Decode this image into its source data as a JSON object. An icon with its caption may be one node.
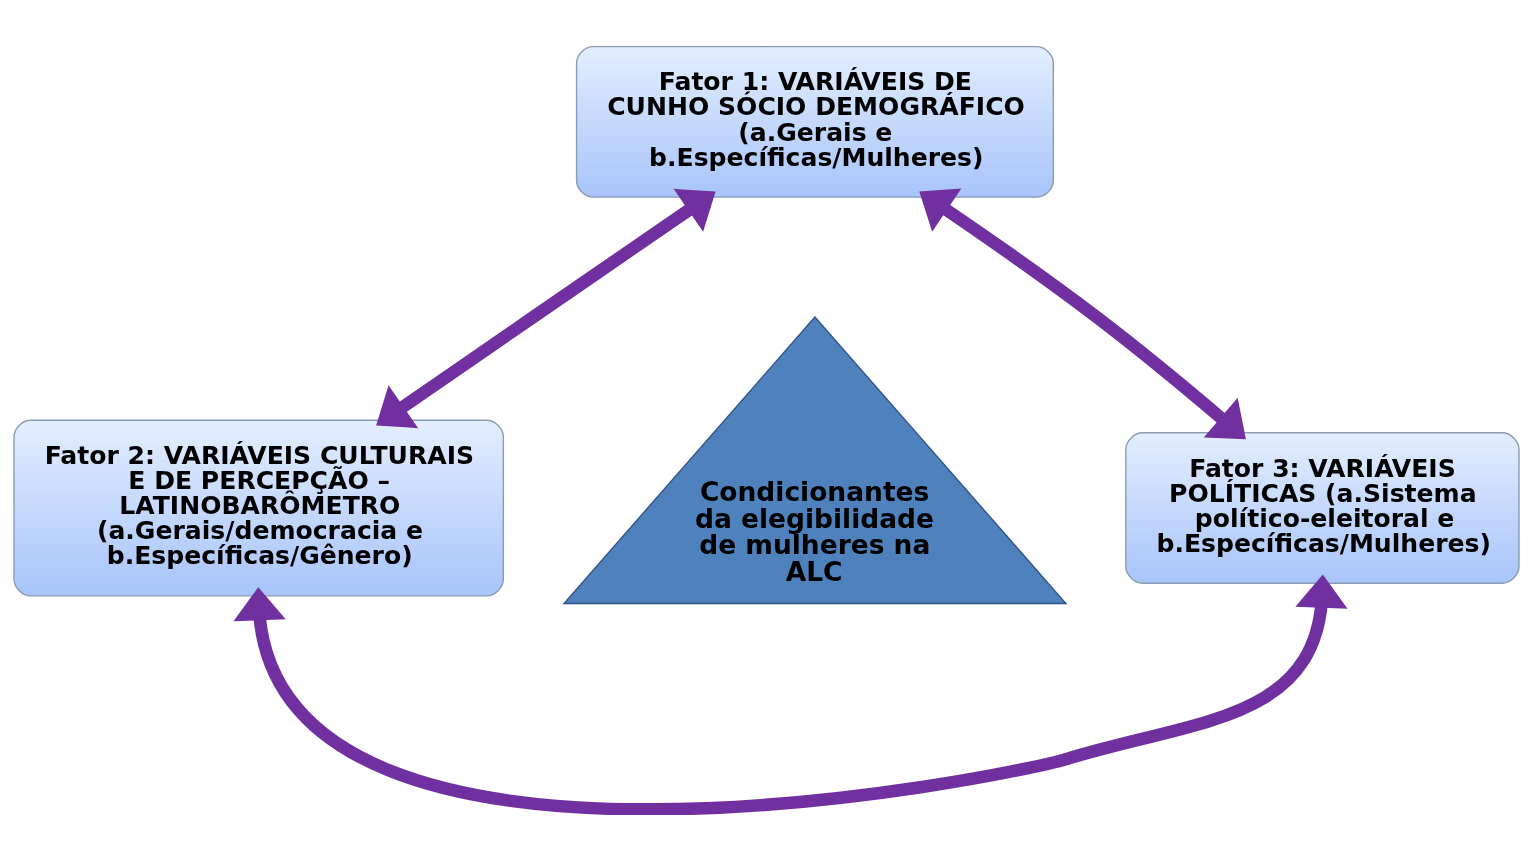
{
  "diagram": {
    "nodes": [
      {
        "text": [
          "Fator 1: VARIÁVEIS DE CUNHO SÓCIO DEMOGRÁFICO (a.Gerais e b.Específicas/Mulheres)"
        ]
      },
      {
        "text": [
          "Condicionantes da elegibilidade de mulheres na ALC"
        ]
      },
      {
        "text": [
          "Fator 2: VARIÁVEIS CULTURAIS E DE PERCEPÇÃO – LATINOBARÔMETRO (a.Gerais/democracia e b.Específicas/Gênero)"
        ]
      },
      {
        "text": [
          "Fator 3: VARIÁVEIS POLÍTICAS (a.Sistema político-eleitoral e b.Específicas/Mulheres)"
        ]
      }
    ],
    "edges": [
      {
        "from": 0,
        "to": 2,
        "arrow": "both"
      },
      {
        "from": 0,
        "to": 3,
        "arrow": "both"
      },
      {
        "from": 2,
        "to": 3,
        "arrow": "both"
      }
    ]
  }
}
